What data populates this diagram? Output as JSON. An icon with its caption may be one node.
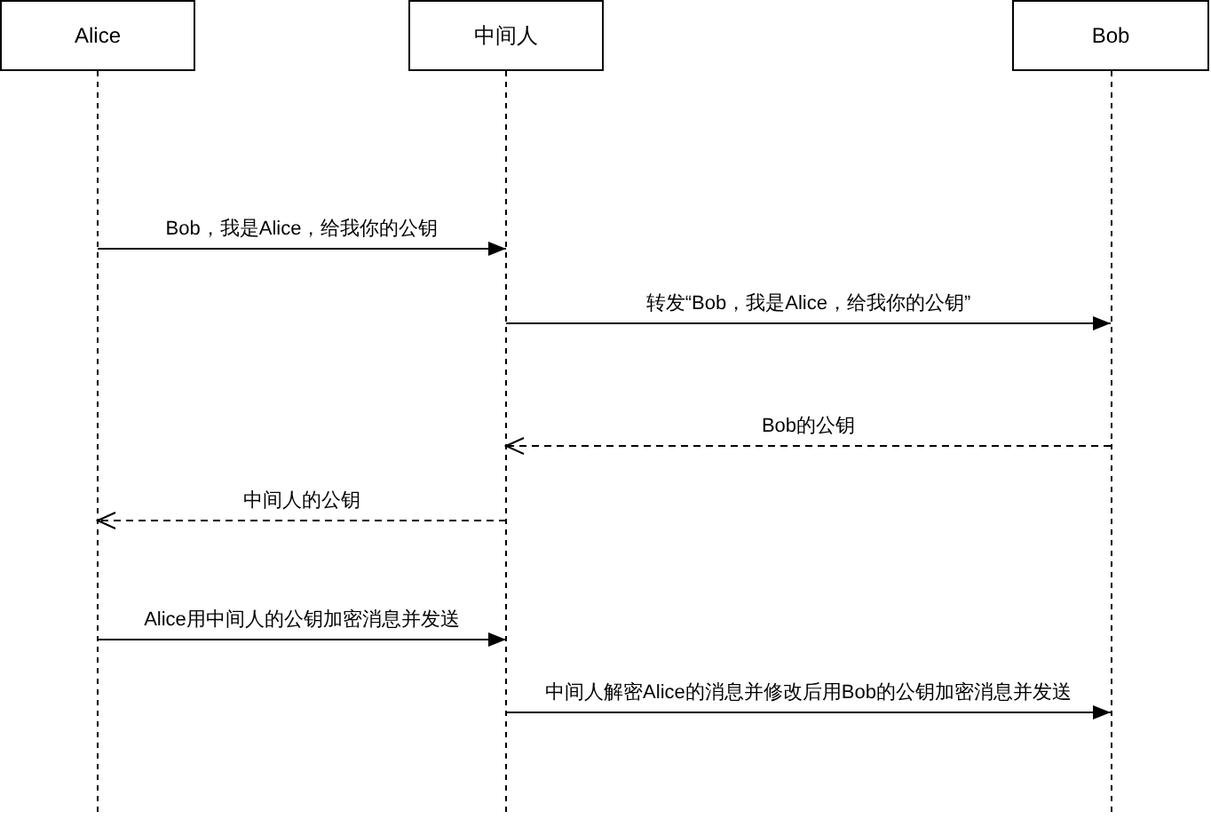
{
  "diagram": {
    "nodes": [
      {
        "text": [
          "Alice"
        ]
      },
      {
        "text": [
          "中间人"
        ]
      },
      {
        "text": [
          "Bob"
        ]
      }
    ],
    "edges": [
      {
        "from": 0,
        "to": 1,
        "arrow": "to",
        "label": "Bob，我是Alice，给我你的公钥"
      },
      {
        "from": 1,
        "to": 2,
        "arrow": "to",
        "label": "转发“Bob，我是Alice，给我你的公钥”"
      },
      {
        "from": 2,
        "to": 1,
        "arrow": "to",
        "label": "Bob的公钥",
        "style": "dashed"
      },
      {
        "from": 1,
        "to": 0,
        "arrow": "to",
        "label": "中间人的公钥",
        "style": "dashed"
      },
      {
        "from": 0,
        "to": 1,
        "arrow": "to",
        "label": "Alice用中间人的公钥加密消息并发送"
      },
      {
        "from": 1,
        "to": 2,
        "arrow": "to",
        "label": "中间人解密Alice的消息并修改后用Bob的公钥加密消息并发送"
      }
    ]
  }
}
